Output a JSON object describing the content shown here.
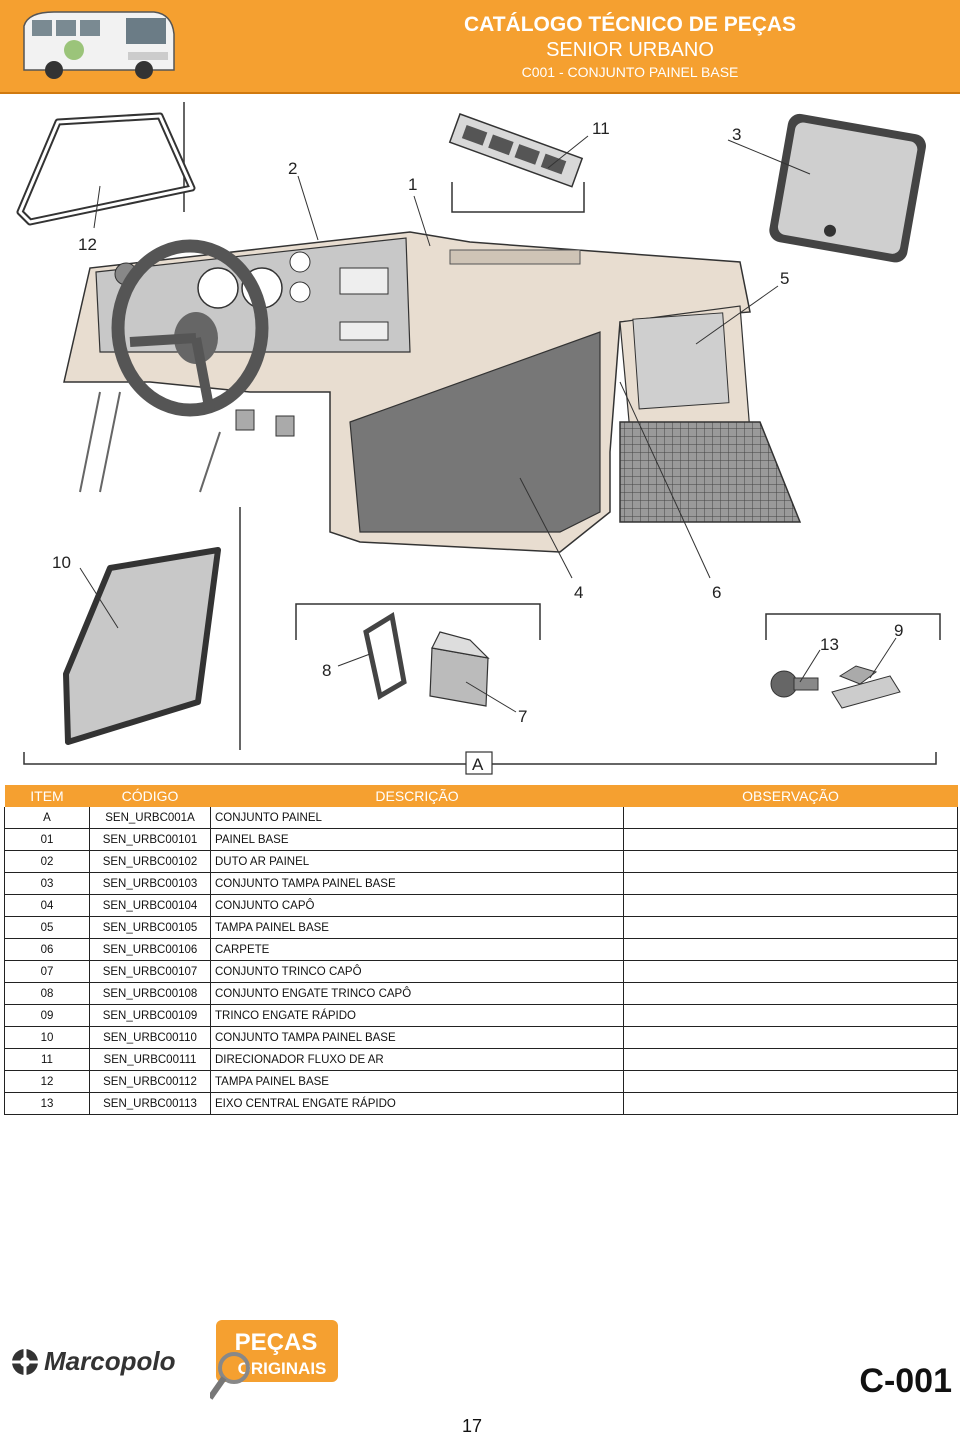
{
  "header": {
    "title": "CATÁLOGO TÉCNICO DE PEÇAS",
    "subtitle": "SENIOR URBANO",
    "section": "C001 - CONJUNTO PAINEL BASE"
  },
  "diagram": {
    "callouts": [
      "1",
      "2",
      "3",
      "4",
      "5",
      "6",
      "7",
      "8",
      "9",
      "10",
      "11",
      "12",
      "13"
    ],
    "assembly_label": "A"
  },
  "table": {
    "headers": {
      "item": "ITEM",
      "code": "CÓDIGO",
      "desc": "DESCRIÇÃO",
      "obs": "OBSERVAÇÃO"
    },
    "rows": [
      {
        "item": "A",
        "code": "SEN_URBC001A",
        "desc": "CONJUNTO PAINEL",
        "obs": ""
      },
      {
        "item": "01",
        "code": "SEN_URBC00101",
        "desc": "PAINEL BASE",
        "obs": ""
      },
      {
        "item": "02",
        "code": "SEN_URBC00102",
        "desc": "DUTO AR PAINEL",
        "obs": ""
      },
      {
        "item": "03",
        "code": "SEN_URBC00103",
        "desc": "CONJUNTO TAMPA PAINEL BASE",
        "obs": ""
      },
      {
        "item": "04",
        "code": "SEN_URBC00104",
        "desc": "CONJUNTO CAPÔ",
        "obs": ""
      },
      {
        "item": "05",
        "code": "SEN_URBC00105",
        "desc": "TAMPA PAINEL BASE",
        "obs": ""
      },
      {
        "item": "06",
        "code": "SEN_URBC00106",
        "desc": "CARPETE",
        "obs": ""
      },
      {
        "item": "07",
        "code": "SEN_URBC00107",
        "desc": "CONJUNTO TRINCO CAPÔ",
        "obs": ""
      },
      {
        "item": "08",
        "code": "SEN_URBC00108",
        "desc": "CONJUNTO ENGATE TRINCO CAPÔ",
        "obs": ""
      },
      {
        "item": "09",
        "code": "SEN_URBC00109",
        "desc": "TRINCO ENGATE RÁPIDO",
        "obs": ""
      },
      {
        "item": "10",
        "code": "SEN_URBC00110",
        "desc": "CONJUNTO TAMPA PAINEL BASE",
        "obs": ""
      },
      {
        "item": "11",
        "code": "SEN_URBC00111",
        "desc": "DIRECIONADOR FLUXO DE AR",
        "obs": ""
      },
      {
        "item": "12",
        "code": "SEN_URBC00112",
        "desc": "TAMPA PAINEL BASE",
        "obs": ""
      },
      {
        "item": "13",
        "code": "SEN_URBC00113",
        "desc": "EIXO CENTRAL ENGATE RÁPIDO",
        "obs": ""
      }
    ]
  },
  "footer": {
    "brand": "Marcopolo",
    "badge_line1": "PEÇAS",
    "badge_line2": "ORIGINAIS",
    "catalog_code": "C-001",
    "page": "17"
  },
  "colors": {
    "accent": "#f5a030",
    "panel": "#e8ddd0",
    "grey": "#c8c8c8"
  }
}
